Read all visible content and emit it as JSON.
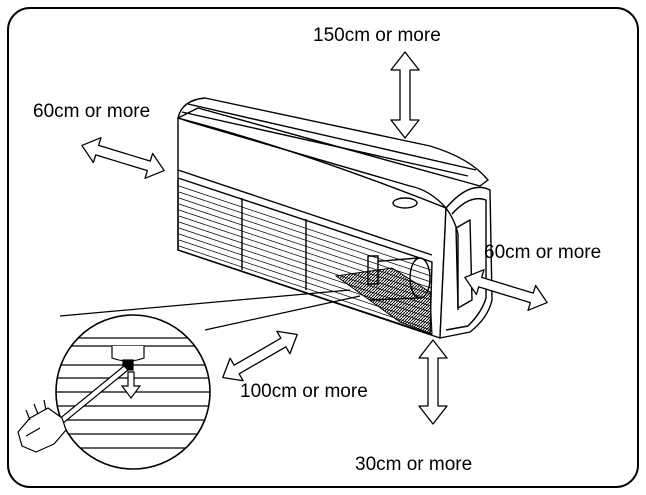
{
  "labels": {
    "top": "150cm or more",
    "left": "60cm or more",
    "right": "60cm or more",
    "front": "100cm or more",
    "bottom": "30cm or more"
  },
  "colors": {
    "line": "#000000",
    "background": "#ffffff"
  },
  "icons": [
    "double-arrow-icon",
    "screwdriver-icon",
    "hand-icon",
    "magnifier-circle-icon"
  ]
}
